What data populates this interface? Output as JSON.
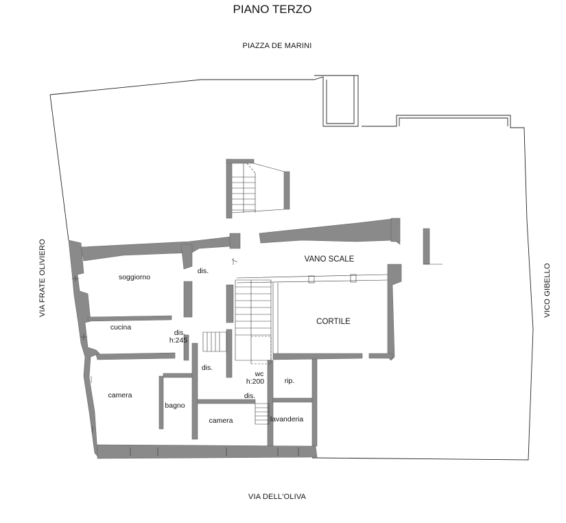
{
  "title": "PIANO TERZO",
  "streets": {
    "north": "PIAZZA DE MARINI",
    "south": "VIA DELL'OLIVA",
    "west": "VIA FRATE OLIVIERO",
    "east": "VICO GIBELLO"
  },
  "rooms": {
    "vano_scale": "VANO SCALE",
    "cortile": "CORTILE",
    "soggiorno": "soggiorno",
    "dis_top": "dis.",
    "cucina": "cucina",
    "dis_small": "dis.",
    "h245": "h:245",
    "dis_mid": "dis.",
    "wc": "wc",
    "h200": "h:200",
    "rip": "rip.",
    "dis_low": "dis.",
    "camera_left": "camera",
    "bagno": "bagno",
    "camera_mid": "camera",
    "lavanderia": "lavanderia"
  }
}
